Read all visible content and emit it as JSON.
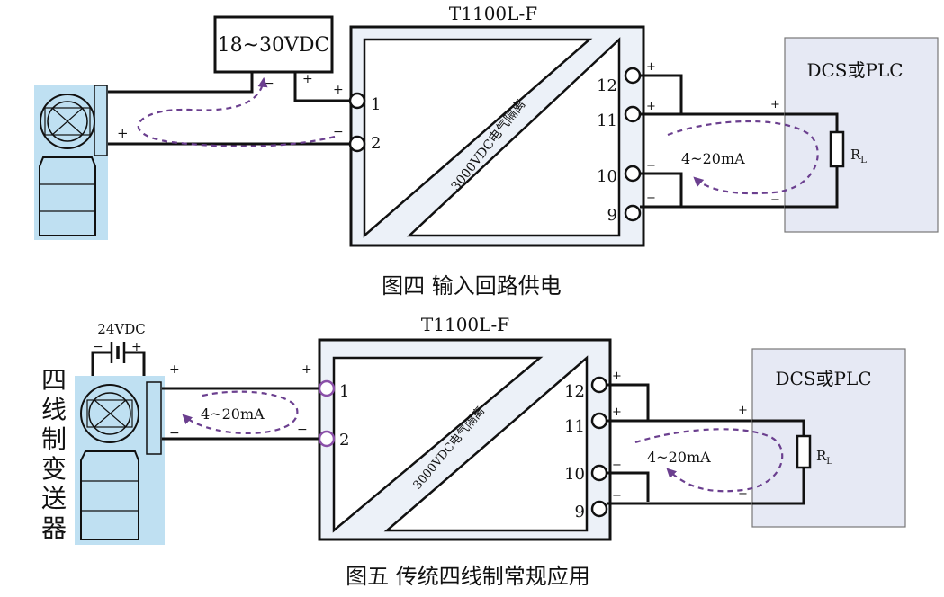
{
  "figure4": {
    "module_title": "T1100L-F",
    "power_supply_label": "18~30VDC",
    "isolation_text": "3000VDC电气隔离",
    "dcs_label": "DCS或PLC",
    "resistor_label": "R",
    "resistor_subscript": "L",
    "loop_current_label": "4~20mA",
    "terminals": {
      "t1": "1",
      "t2": "2",
      "t9": "9",
      "t10": "10",
      "t11": "11",
      "t12": "12"
    },
    "polarity": {
      "plus": "+",
      "minus": "−"
    },
    "caption": "图四  输入回路供电"
  },
  "figure5": {
    "module_title": "T1100L-F",
    "battery_label": "24VDC",
    "side_label": [
      "四",
      "线",
      "制",
      "变",
      "送",
      "器"
    ],
    "isolation_text": "3000VDC电气隔离",
    "dcs_label": "DCS或PLC",
    "resistor_label": "R",
    "resistor_subscript": "L",
    "input_loop_label": "4~20mA",
    "output_loop_label": "4~20mA",
    "terminals": {
      "t1": "1",
      "t2": "2",
      "t9": "9",
      "t10": "10",
      "t11": "11",
      "t12": "12"
    },
    "polarity": {
      "plus": "+",
      "minus": "−"
    },
    "caption": "图五  传统四线制常规应用"
  },
  "colors": {
    "transmitter_bg": "#bfe0f2",
    "dcs_bg": "#e6e9f4",
    "loop_arrow": "#6b3f8f",
    "terminal_highlight": "#8a4fa8"
  }
}
